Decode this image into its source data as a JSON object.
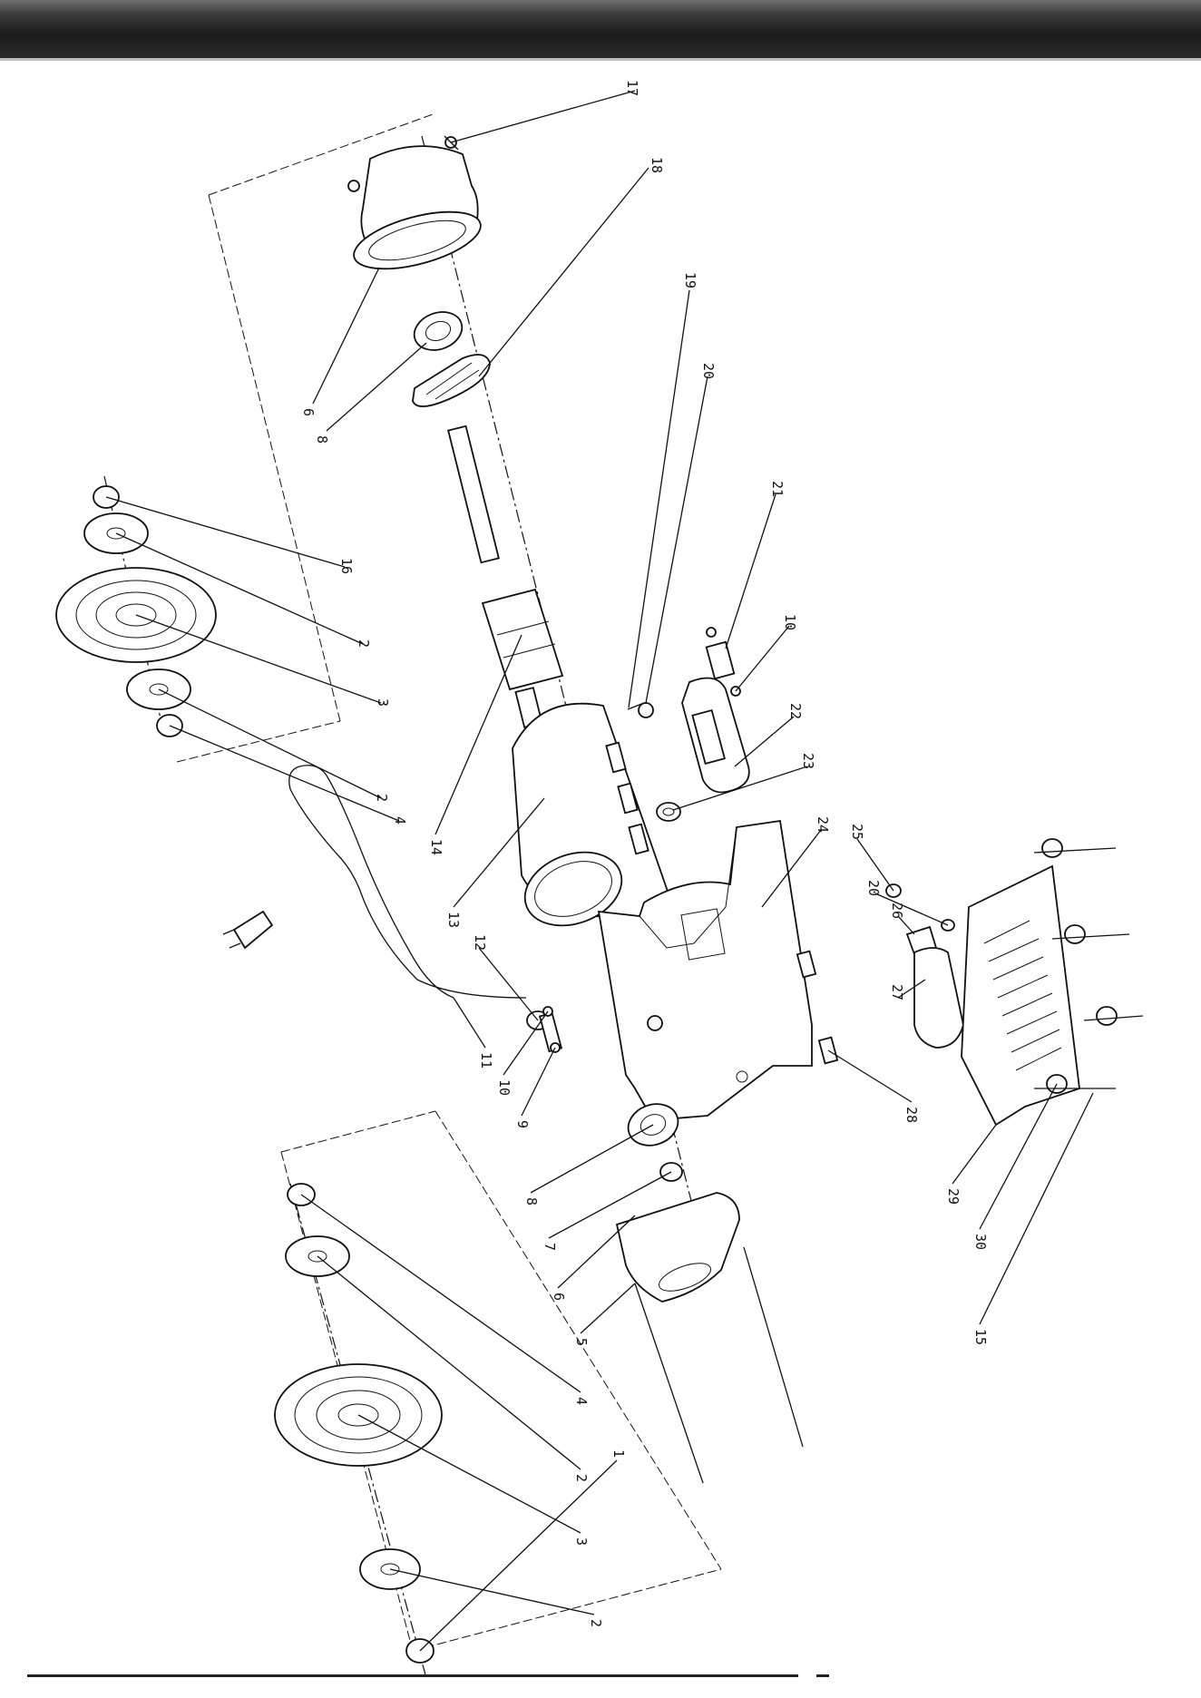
{
  "page": {
    "header_color": "#1c1c1c"
  },
  "diagram": {
    "labels": [
      {
        "id": "l17",
        "text": "17"
      },
      {
        "id": "l18",
        "text": "18"
      },
      {
        "id": "l6a",
        "text": "6"
      },
      {
        "id": "l8a",
        "text": "8"
      },
      {
        "id": "l19",
        "text": "19"
      },
      {
        "id": "l20a",
        "text": "20"
      },
      {
        "id": "l21",
        "text": "21"
      },
      {
        "id": "l10a",
        "text": "10"
      },
      {
        "id": "l22",
        "text": "22"
      },
      {
        "id": "l23",
        "text": "23"
      },
      {
        "id": "l24",
        "text": "24"
      },
      {
        "id": "l16",
        "text": "16"
      },
      {
        "id": "l2a",
        "text": "2"
      },
      {
        "id": "l3a",
        "text": "3"
      },
      {
        "id": "l2b",
        "text": "2"
      },
      {
        "id": "l4a",
        "text": "4"
      },
      {
        "id": "l14",
        "text": "14"
      },
      {
        "id": "l13",
        "text": "13"
      },
      {
        "id": "l12",
        "text": "12"
      },
      {
        "id": "l11",
        "text": "11"
      },
      {
        "id": "l10b",
        "text": "10"
      },
      {
        "id": "l9",
        "text": "9"
      },
      {
        "id": "l8b",
        "text": "8"
      },
      {
        "id": "l7",
        "text": "7"
      },
      {
        "id": "l6b",
        "text": "6"
      },
      {
        "id": "l5",
        "text": "5"
      },
      {
        "id": "l4b",
        "text": "4"
      },
      {
        "id": "l2c",
        "text": "2"
      },
      {
        "id": "l3b",
        "text": "3"
      },
      {
        "id": "l2d",
        "text": "2"
      },
      {
        "id": "l1",
        "text": "1"
      },
      {
        "id": "l25",
        "text": "25"
      },
      {
        "id": "l20b",
        "text": "20"
      },
      {
        "id": "l26",
        "text": "26"
      },
      {
        "id": "l27",
        "text": "27"
      },
      {
        "id": "l28",
        "text": "28"
      },
      {
        "id": "l29",
        "text": "29"
      },
      {
        "id": "l30",
        "text": "30"
      },
      {
        "id": "l15",
        "text": "15"
      }
    ]
  }
}
